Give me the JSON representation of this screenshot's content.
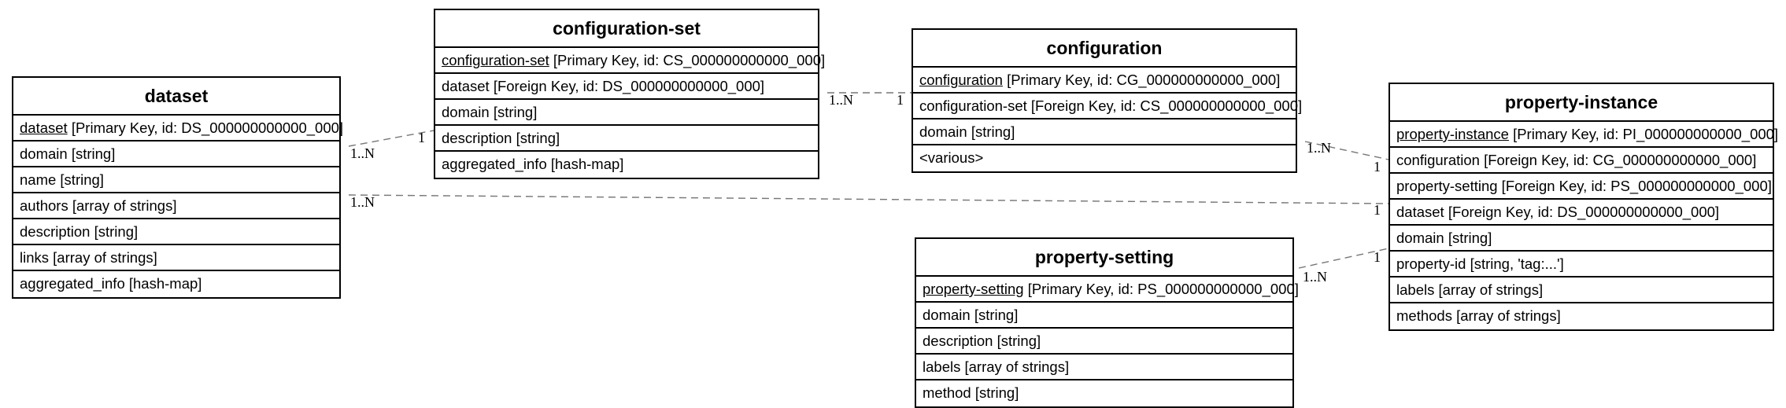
{
  "entities": {
    "dataset": {
      "title": "dataset",
      "pk_name": "dataset",
      "pk_rest": "[Primary Key, id: DS_000000000000_000]",
      "rows": [
        "domain [string]",
        "name [string]",
        "authors [array of strings]",
        "description [string]",
        "links [array of strings]",
        "aggregated_info [hash-map]"
      ]
    },
    "configuration_set": {
      "title": "configuration-set",
      "pk_name": "configuration-set",
      "pk_rest": "[Primary Key, id: CS_000000000000_000]",
      "rows": [
        "dataset [Foreign Key, id: DS_000000000000_000]",
        "domain [string]",
        "description [string]",
        "aggregated_info [hash-map]"
      ]
    },
    "configuration": {
      "title": "configuration",
      "pk_name": "configuration",
      "pk_rest": "[Primary Key, id: CG_000000000000_000]",
      "rows": [
        "configuration-set [Foreign Key, id: CS_000000000000_000]",
        "domain [string]",
        "<various>"
      ]
    },
    "property_instance": {
      "title": "property-instance",
      "pk_name": "property-instance",
      "pk_rest": "[Primary Key, id: PI_000000000000_000]",
      "rows": [
        "configuration [Foreign Key, id: CG_000000000000_000]",
        "property-setting [Foreign Key, id: PS_000000000000_000]",
        "dataset [Foreign Key, id: DS_000000000000_000]",
        "domain [string]",
        "property-id [string, 'tag:...']",
        "labels [array of strings]",
        "methods [array of strings]"
      ]
    },
    "property_setting": {
      "title": "property-setting",
      "pk_name": "property-setting",
      "pk_rest": "[Primary Key, id: PS_000000000000_000]",
      "rows": [
        "domain [string]",
        "description [string]",
        "labels [array of strings]",
        "method [string]"
      ]
    }
  },
  "relations": {
    "dataset_to_configuration_set": {
      "many": "1..N",
      "one": "1"
    },
    "configuration_set_to_configuration": {
      "many": "1..N",
      "one": "1"
    },
    "configuration_to_property_instance": {
      "many": "1..N",
      "one": "1"
    },
    "dataset_to_property_instance": {
      "many": "1..N",
      "one": "1"
    },
    "property_setting_to_property_instance": {
      "many": "1..N",
      "one": "1"
    }
  }
}
